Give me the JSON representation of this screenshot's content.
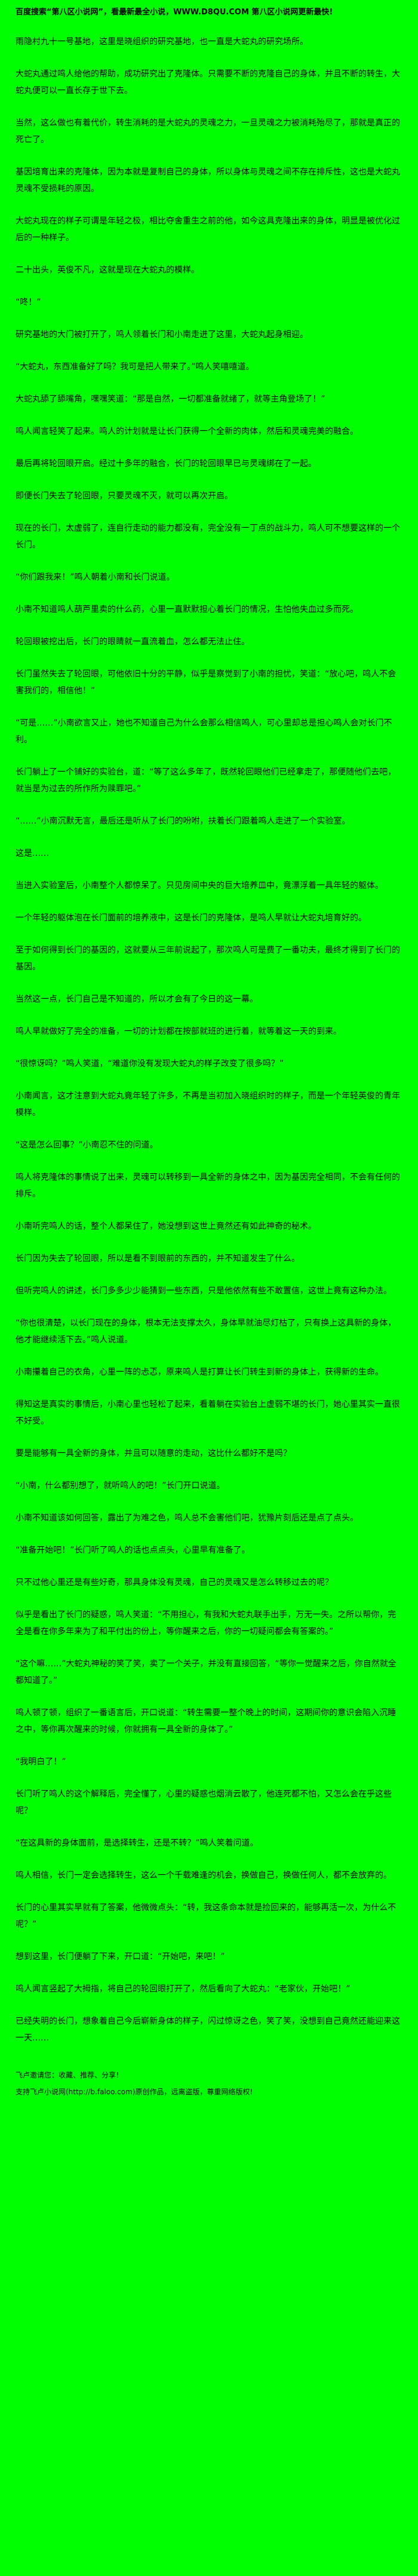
{
  "colors": {
    "background": "#00ff00",
    "text": "#000000"
  },
  "header": {
    "promo": "百度搜索“第八区小说网”，看最新最全小说，WWW.D8QU.COM  第八区小说网更新最快!"
  },
  "novel": {
    "paragraphs": [
      "雨隐村九十一号基地，这里是晓组织的研究基地，也一直是大蛇丸的研究场所。",
      "大蛇丸通过鸣人给他的帮助，成功研究出了克隆体。只需要不断的克隆自己的身体，并且不断的转生，大蛇丸便可以一直长存于世下去。",
      "当然，这么做也有着代价，转生消耗的是大蛇丸的灵魂之力，一旦灵魂之力被消耗殆尽了，那就是真正的死亡了。",
      "基因培育出来的克隆体，因为本就是复制自己的身体，所以身体与灵魂之间不存在排斥性，这也是大蛇丸灵魂不受损耗的原因。",
      "大蛇丸现在的样子可谓是年轻之极，相比夺舍重生之前的他，如今这具克隆出来的身体，明显是被优化过后的一种样子。",
      "二十出头，英俊不凡，这就是现在大蛇丸的模样。",
      "“咚！”",
      "研究基地的大门被打开了，鸣人领着长门和小南走进了这里，大蛇丸起身相迎。",
      "“大蛇丸，东西准备好了吗？我可是把人带来了。”鸣人笑嘻嘻道。",
      "大蛇丸舔了舔嘴角，嘿嘿笑道：“那是自然，一切都准备就绪了，就等主角登场了！”",
      "鸣人闻言轻笑了起来。鸣人的计划就是让长门获得一个全新的肉体，然后和灵魂完美的融合。",
      "最后再将轮回眼开启。经过十多年的融合，长门的轮回眼早已与灵魂绑在了一起。",
      "即便长门失去了轮回眼，只要灵魂不灭，就可以再次开启。",
      "现在的长门，太虚弱了，连自行走动的能力都没有，完全没有一丁点的战斗力，鸣人可不想要这样的一个长门。",
      "“你们跟我来！”鸣人朝着小南和长门说道。",
      "小南不知道鸣人葫芦里卖的什么药，心里一直默默担心着长门的情况，生怕他失血过多而死。",
      "轮回眼被挖出后，长门的眼睛就一直流着血，怎么都无法止住。",
      "长门虽然失去了轮回眼，可他依旧十分的平静，似乎是察觉到了小南的担忧，笑道：“放心吧，鸣人不会害我们的，相信他！”",
      "“可是……”小南欲言又止，她也不知道自己为什么会那么相信鸣人，可心里却总是担心鸣人会对长门不利。",
      "长门躺上了一个铺好的实验台，道：“等了这么多年了，既然轮回眼他们已经拿走了，那便随他们去吧，就当是为过去的所作所为赎罪吧。”",
      "“……”小南沉默无言，最后还是听从了长门的吩咐，扶着长门跟着鸣人走进了一个实验室。",
      "这是……",
      "当进入实验室后，小南整个人都惊呆了。只见房间中央的巨大培养皿中，竟漂浮着一具年轻的躯体。",
      "一个年轻的躯体泡在长门面前的培养液中，这是长门的克隆体，是鸣人早就让大蛇丸培育好的。",
      "至于如何得到长门的基因的，这就要从三年前说起了，那次鸣人可是费了一番功夫，最终才得到了长门的基因。",
      "当然这一点，长门自己是不知道的，所以才会有了今日的这一幕。",
      "鸣人早就做好了完全的准备，一切的计划都在按部就班的进行着，就等着这一天的到来。",
      "“很惊讶吗？”鸣人笑道，“难道你没有发现大蛇丸的样子改变了很多吗？”",
      "小南闻言，这才注意到大蛇丸竟年轻了许多，不再是当初加入晓组织时的样子，而是一个年轻英俊的青年模样。",
      "“这是怎么回事？”小南忍不住的问道。",
      "鸣人将克隆体的事情说了出来，灵魂可以转移到一具全新的身体之中，因为基因完全相同，不会有任何的排斥。",
      "小南听完鸣人的话，整个人都呆住了，她没想到这世上竟然还有如此神奇的秘术。",
      "长门因为失去了轮回眼，所以是看不到眼前的东西的，并不知道发生了什么。",
      "但听完鸣人的讲述，长门多多少少能猜到一些东西，只是他依然有些不敢置信，这世上竟有这种办法。",
      "“你也很清楚，以长门现在的身体，根本无法支撑太久，身体早就油尽灯枯了，只有换上这具新的身体，他才能继续活下去。”鸣人说道。",
      "小南攥着自己的衣角，心里一阵的忐忑，原来鸣人是打算让长门转生到新的身体上，获得新的生命。",
      "得知这是真实的事情后，小南心里也轻松了起来，看着躺在实验台上虚弱不堪的长门，她心里其实一直很不好受。",
      "要是能够有一具全新的身体，并且可以随意的走动，这比什么都好不是吗？",
      "“小南，什么都别想了，就听鸣人的吧！”长门开口说道。",
      "小南不知道该如何回答，露出了为难之色，鸣人总不会害他们吧，犹豫片刻后还是点了点头。",
      "“准备开始吧！”长门听了鸣人的话也点点头，心里早有准备了。",
      "只不过他心里还是有些好奇，那具身体没有灵魂，自己的灵魂又是怎么转移过去的呢？",
      "似乎是看出了长门的疑惑，鸣人笑道：“不用担心，有我和大蛇丸联手出手，万无一失。之所以帮你，完全是看在你多年来为了和平付出的份上，等你醒来之后，你的一切疑问都会有答案的。”",
      "“这个嘛……”大蛇丸神秘的笑了笑，卖了一个关子，并没有直接回答，“等你一觉醒来之后，你自然就全都知道了。”",
      "鸣人顿了顿，组织了一番语言后，开口说道：“转生需要一整个晚上的时间，这期间你的意识会陷入沉睡之中，等你再次醒来的时候，你就拥有一具全新的身体了。”",
      "“我明白了！”",
      "长门听了鸣人的这个解释后，完全懂了，心里的疑惑也烟消云散了，他连死都不怕，又怎么会在乎这些呢？",
      "“在这具新的身体面前，是选择转生，还是不转？”鸣人笑着问道。",
      "鸣人相信，长门一定会选择转生，这么一个千载难逢的机会，换做自己，换做任何人，都不会放弃的。",
      "长门的心里其实早就有了答案，他微微点头：“转，我这条命本就是捡回来的，能够再活一次，为什么不呢？”",
      "想到这里，长门便躺了下来，开口道：“开始吧，来吧！”",
      "鸣人闻言竖起了大拇指，将自己的轮回眼打开了，然后看向了大蛇丸：“老家伙，开始吧！”",
      "已经失明的长门，想象着自己今后崭新身体的样子，闪过惊讶之色，笑了笑，没想到自己竟然还能迎来这一天……"
    ]
  },
  "footer": {
    "lines": [
      "飞卢邀请您：收藏、推荐、分享！",
      "支持飞卢小说网(http://b.faloo.com)原创作品，远离盗版，尊重网络版权!"
    ]
  }
}
